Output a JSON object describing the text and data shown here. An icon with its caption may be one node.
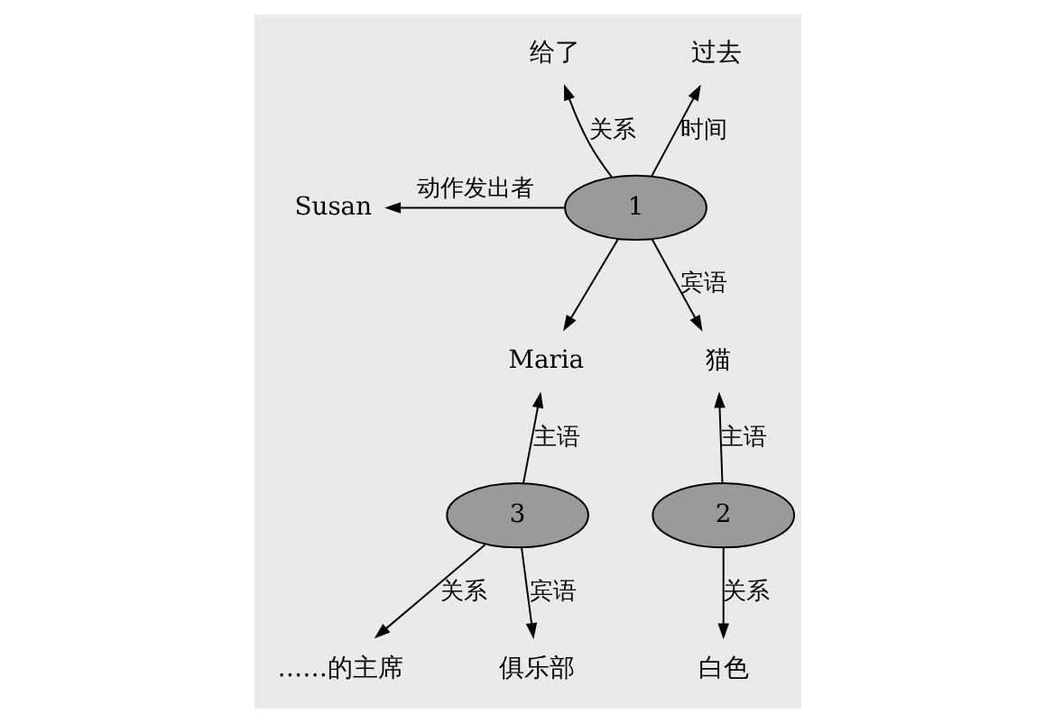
{
  "diagram": {
    "nodes": [
      {
        "text": [
          "1"
        ]
      },
      {
        "text": [
          "给了"
        ]
      },
      {
        "text": [
          "过去"
        ]
      },
      {
        "text": [
          "Susan"
        ]
      },
      {
        "text": [
          "Maria"
        ]
      },
      {
        "text": [
          "猫"
        ]
      },
      {
        "text": [
          "3"
        ]
      },
      {
        "text": [
          "……的主席"
        ]
      },
      {
        "text": [
          "俱乐部"
        ]
      },
      {
        "text": [
          "2"
        ]
      },
      {
        "text": [
          "白色"
        ]
      }
    ],
    "edges": [
      {
        "from": 0,
        "to": 1,
        "arrow": "to",
        "label": "关系"
      },
      {
        "from": 0,
        "to": 2,
        "arrow": "to",
        "label": "时间"
      },
      {
        "from": 0,
        "to": 3,
        "arrow": "to",
        "label": "动作发出者"
      },
      {
        "from": 0,
        "to": 4,
        "arrow": "to"
      },
      {
        "from": 0,
        "to": 5,
        "arrow": "to",
        "label": "宾语"
      },
      {
        "from": 6,
        "to": 4,
        "arrow": "to",
        "label": "主语"
      },
      {
        "from": 6,
        "to": 7,
        "arrow": "to",
        "label": "关系"
      },
      {
        "from": 6,
        "to": 8,
        "arrow": "to",
        "label": "宾语"
      },
      {
        "from": 9,
        "to": 5,
        "arrow": "to",
        "label": "主语"
      },
      {
        "from": 9,
        "to": 10,
        "arrow": "to",
        "label": "关系"
      }
    ]
  }
}
